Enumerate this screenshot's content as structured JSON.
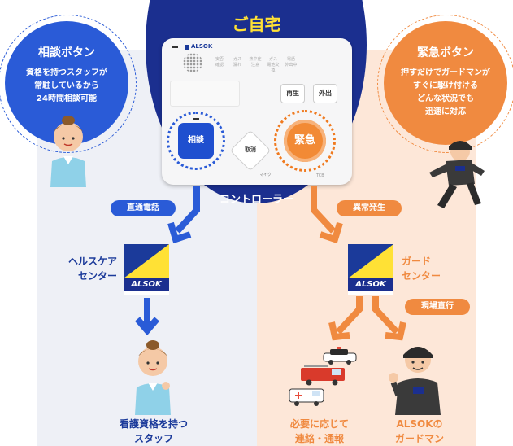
{
  "home": {
    "title": "ご自宅",
    "controller_label": "コントローラー"
  },
  "device": {
    "logo": "ALSOK",
    "status_labels": [
      "安否\n確認",
      "ガス\n漏れ",
      "熱中症\n注意",
      "ガス\n電池交換",
      "電話\n外出中"
    ],
    "play_button": "再生",
    "out_button": "外出",
    "consult_button": "相談",
    "cancel_button": "取消",
    "emergency_button": "緊急",
    "mic_label": "マイク",
    "mark_label": "TCB"
  },
  "consult_bubble": {
    "title": "相談ボタン",
    "body_lines": [
      "資格を持つスタッフが",
      "常駐しているから",
      "24時間相談可能"
    ]
  },
  "emergency_bubble": {
    "title": "緊急ボタン",
    "body_lines": [
      "押すだけでガードマンが",
      "すぐに駆け付ける",
      "どんな状況でも",
      "迅速に対応"
    ]
  },
  "tags": {
    "direct_call": "直通電話",
    "abnormal": "異常発生",
    "dispatch": "現場直行"
  },
  "logo_text": "ALSOK",
  "healthcare_center": [
    "ヘルスケア",
    "センター"
  ],
  "guard_center": [
    "ガード",
    "センター"
  ],
  "staff": [
    "看護資格を持つ",
    "スタッフ"
  ],
  "contact": [
    "必要に応じて",
    "連絡・通報"
  ],
  "guardman": [
    "ALSOKの",
    "ガードマン"
  ],
  "colors": {
    "blue": "#2a5bd7",
    "navy": "#1b2f8f",
    "orange": "#f08a40",
    "yellow": "#ffe135"
  },
  "icons": [
    "nurse-icon",
    "running-guard-icon",
    "police-car-icon",
    "fire-truck-icon",
    "ambulance-icon",
    "guard-icon"
  ]
}
